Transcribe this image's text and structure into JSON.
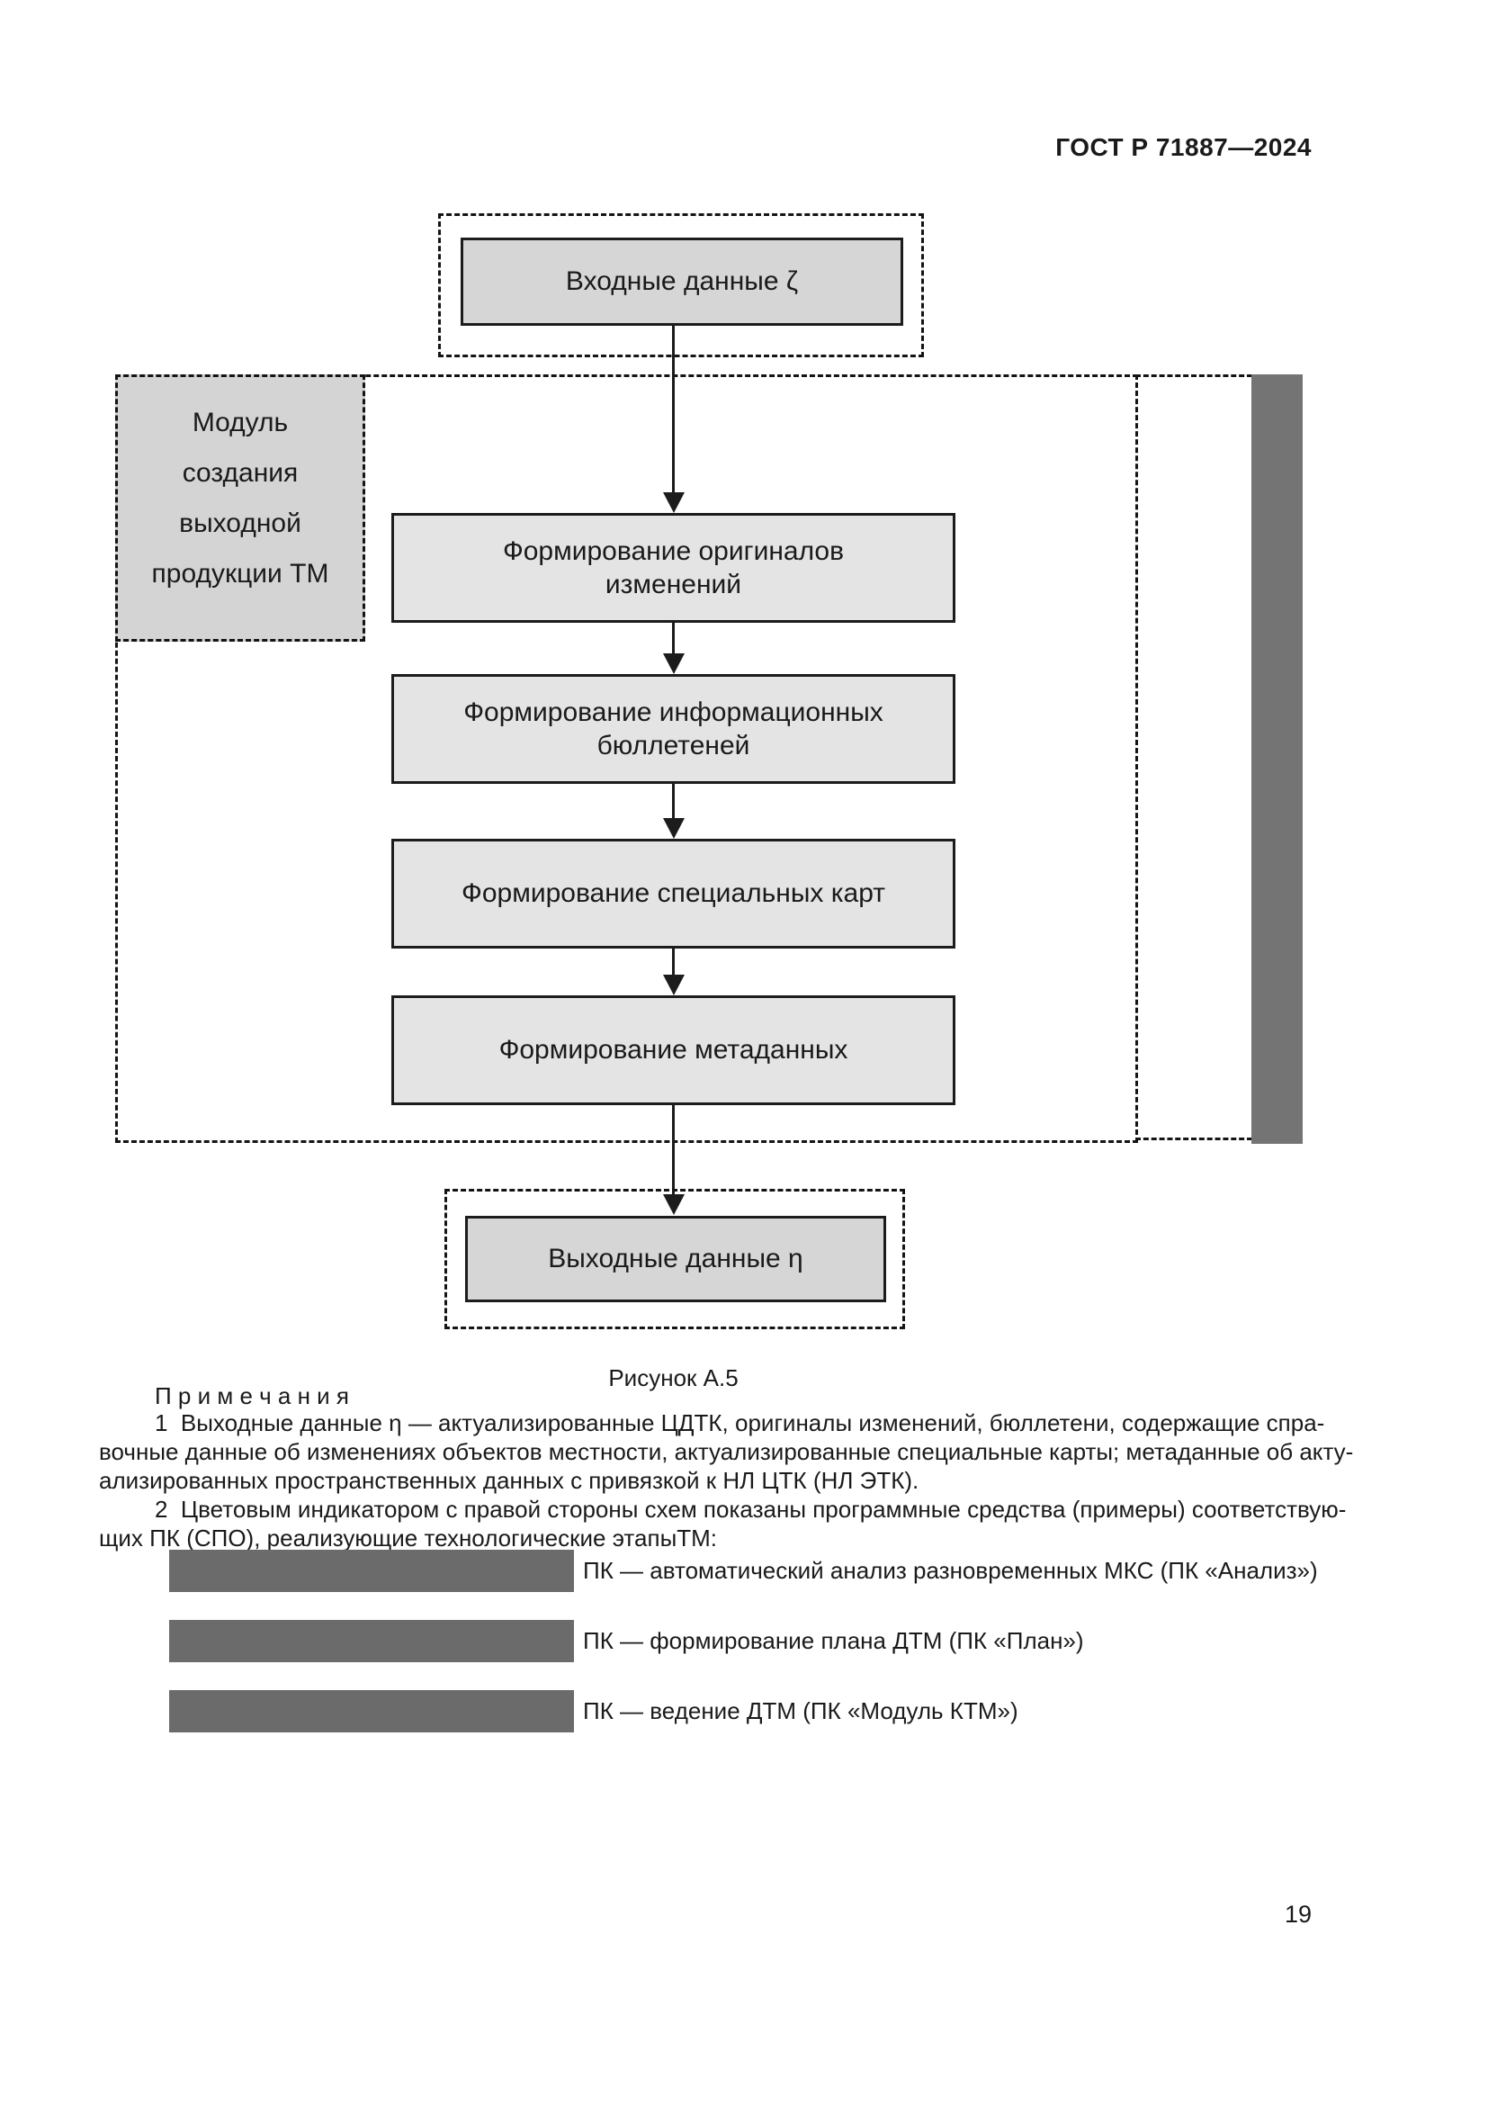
{
  "page": {
    "header": "ГОСТ Р 71887—2024",
    "number": "19"
  },
  "figure": {
    "input_label": "Входные данные ζ",
    "module_lines": [
      "Модуль",
      "создания",
      "выходной",
      "продукции ТМ"
    ],
    "steps": [
      "Формирование оригиналов\nизменений",
      "Формирование информационных\nбюллетеней",
      "Формирование специальных карт",
      "Формирование метаданных"
    ],
    "output_label": "Выходные данные η",
    "caption": "Рисунок А.5",
    "colors": {
      "step_fill": "#e4e4e4",
      "io_fill": "#d6d6d6",
      "module_fill": "#d4d4d4",
      "indicator_bar": "#747474",
      "legend_bar": "#6b6b6b"
    }
  },
  "notes": {
    "heading": "П р и м е ч а н и я",
    "lines": [
      "1  Выходные данные η — актуализированные ЦДТК, оригиналы изменений, бюллетени, содержащие спра-",
      "вочные данные об изменениях объектов местности, актуализированные специальные карты; метаданные об акту-",
      "ализированных пространственных данных с привязкой к НЛ ЦТК (НЛ ЭТК).",
      "2  Цветовым индикатором с правой стороны схем показаны программные средства (примеры) соответствую-",
      "щих ПК (СПО), реализующие технологические этапыТМ:"
    ],
    "legend": [
      "ПК — автоматический анализ разновременных МКС (ПК «Анализ»)",
      "ПК — формирование плана ДТМ (ПК «План»)",
      "ПК — ведение ДТМ (ПК «Модуль КТМ»)"
    ]
  }
}
